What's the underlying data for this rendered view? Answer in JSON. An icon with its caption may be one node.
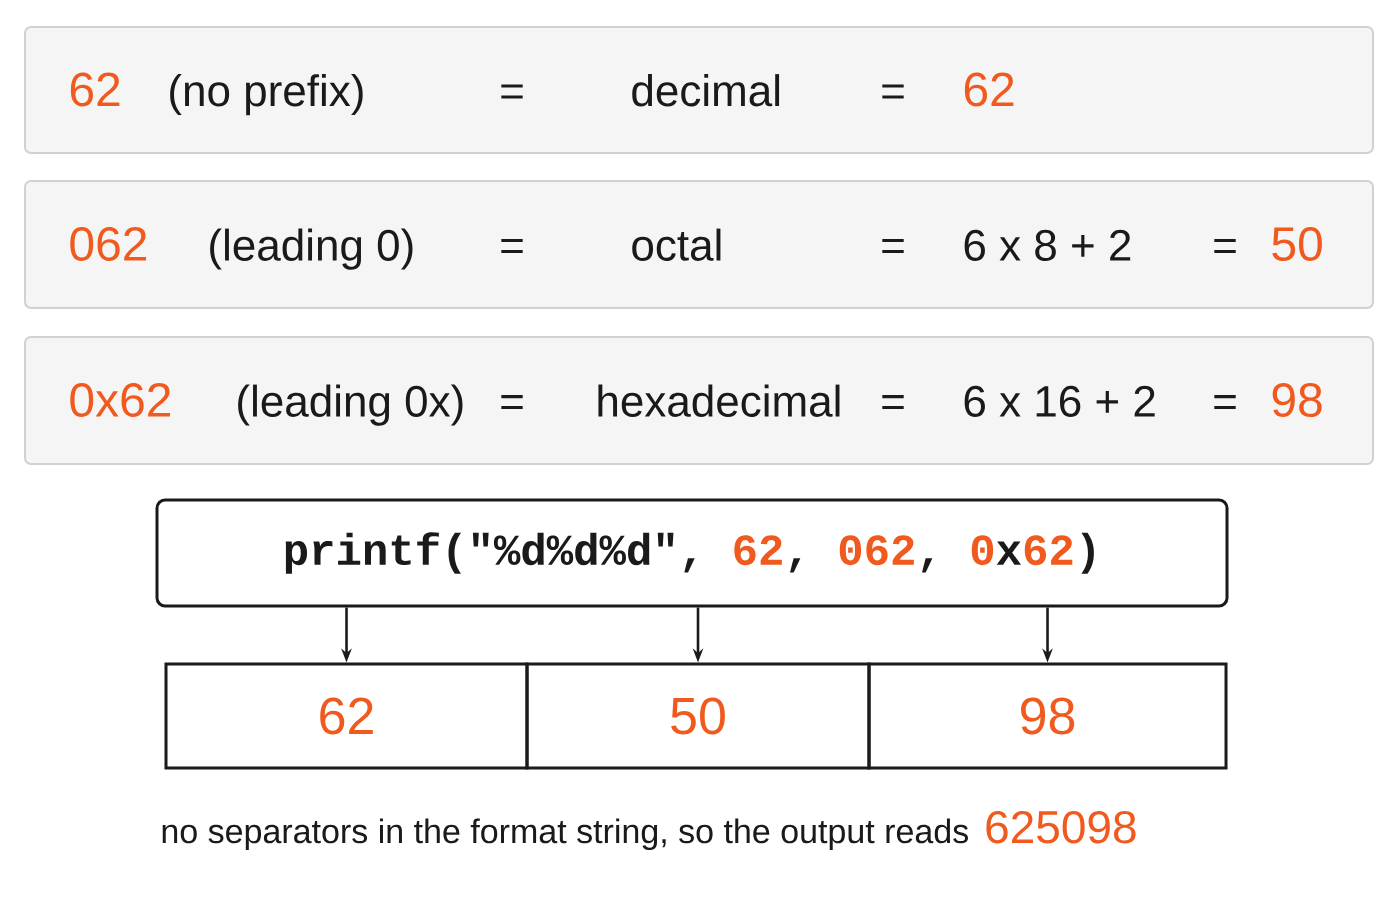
{
  "diagram": {
    "nodes": [
      {
        "text": [
          "62",
          "(no prefix)",
          "=",
          "decimal",
          "=",
          "62"
        ]
      },
      {
        "text": [
          "062",
          "(leading 0)",
          "=",
          "octal",
          "=",
          "6 x 8 + 2",
          "=",
          "50"
        ]
      },
      {
        "text": [
          "0x62",
          "(leading 0x)",
          "=",
          "hexadecimal",
          "=",
          "6 x 16 + 2",
          "=",
          "98"
        ]
      },
      {
        "text": [
          "printf(\"%d%d%d\", ",
          "62",
          ", ",
          "062",
          ", ",
          "0",
          "x",
          "62",
          ")"
        ]
      },
      {
        "text": [
          "62"
        ]
      },
      {
        "text": [
          "50"
        ]
      },
      {
        "text": [
          "98"
        ]
      }
    ],
    "edges": [
      {
        "from": 3,
        "to": 4,
        "arrow": "to"
      },
      {
        "from": 3,
        "to": 5,
        "arrow": "to"
      },
      {
        "from": 3,
        "to": 6,
        "arrow": "to"
      }
    ],
    "labels": [
      "no separators in the format string, so the output reads",
      "625098"
    ]
  }
}
